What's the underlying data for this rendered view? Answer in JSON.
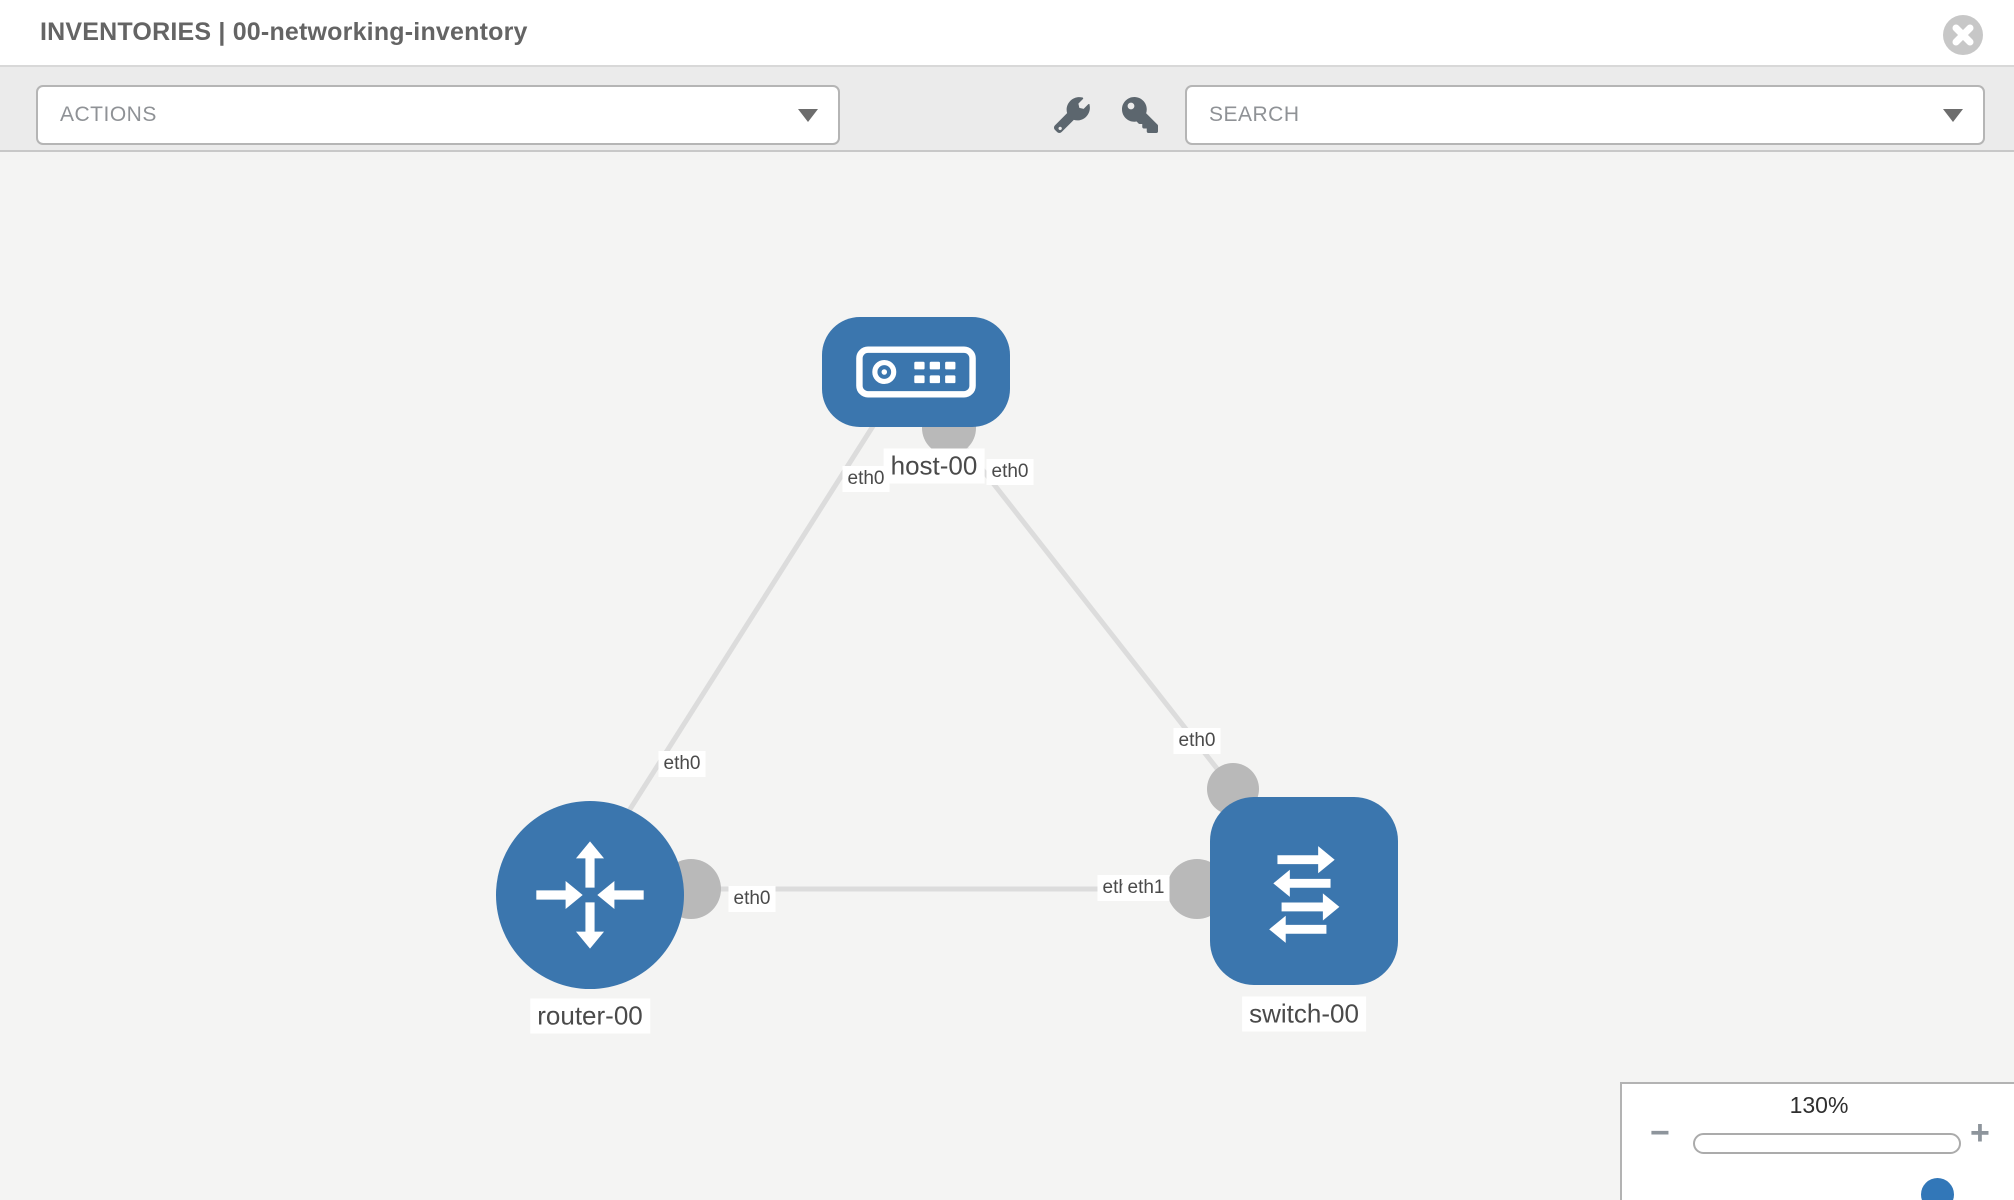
{
  "header": {
    "title": "INVENTORIES | 00-networking-inventory"
  },
  "toolbar": {
    "actions_label": "ACTIONS",
    "search_label": "SEARCH",
    "icons": [
      "wrench-icon",
      "key-icon"
    ]
  },
  "topology": {
    "nodes": [
      {
        "id": "host-00",
        "type": "host",
        "label": "host-00"
      },
      {
        "id": "router-00",
        "type": "router",
        "label": "router-00"
      },
      {
        "id": "switch-00",
        "type": "switch",
        "label": "switch-00"
      }
    ],
    "links": [
      {
        "from": "host-00",
        "from_interface": "eth0",
        "to": "router-00",
        "to_interface": "eth0"
      },
      {
        "from": "host-00",
        "from_interface": "eth0",
        "to": "switch-00",
        "to_interface": "eth0"
      },
      {
        "from": "router-00",
        "from_interface": "eth0",
        "to": "switch-00",
        "to_interface": "eth1"
      }
    ],
    "interface_labels": {
      "host_left": "eth0",
      "host_right": "eth0",
      "router_top": "eth0",
      "router_right": "eth0",
      "switch_top": "eth0",
      "switch_left_under": "eth0",
      "switch_left_over": "eth1"
    }
  },
  "zoom_control": {
    "level": "130%",
    "minus": "−",
    "plus": "+"
  },
  "colors": {
    "node_blue": "#3b76ae",
    "link_gray": "#dcdcdc",
    "connector_gray": "#b9b9b9",
    "accent_blue": "#3277b8"
  }
}
